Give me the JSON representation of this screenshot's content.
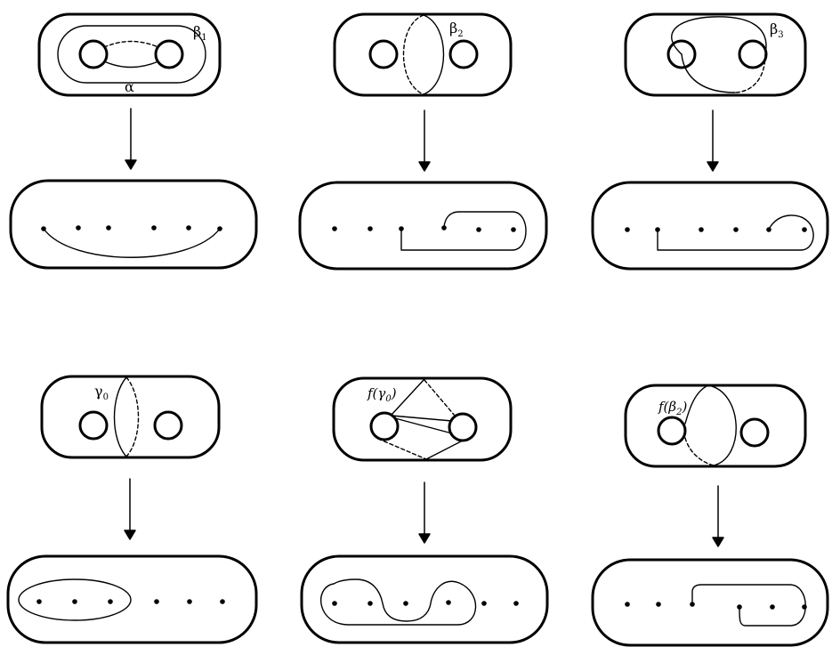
{
  "labels": {
    "alpha": "α",
    "beta1": "β",
    "beta1_sub": "1",
    "beta2": "β",
    "beta2_sub": "2",
    "beta3": "β",
    "beta3_sub": "3",
    "gamma0": "γ",
    "gamma0_sub": "0",
    "f_gamma0": "f(γ",
    "f_gamma0_sub": "0",
    "f_gamma0_close": ")",
    "f_beta2": "f(β",
    "f_beta2_sub": "2",
    "f_beta2_close": ")"
  }
}
